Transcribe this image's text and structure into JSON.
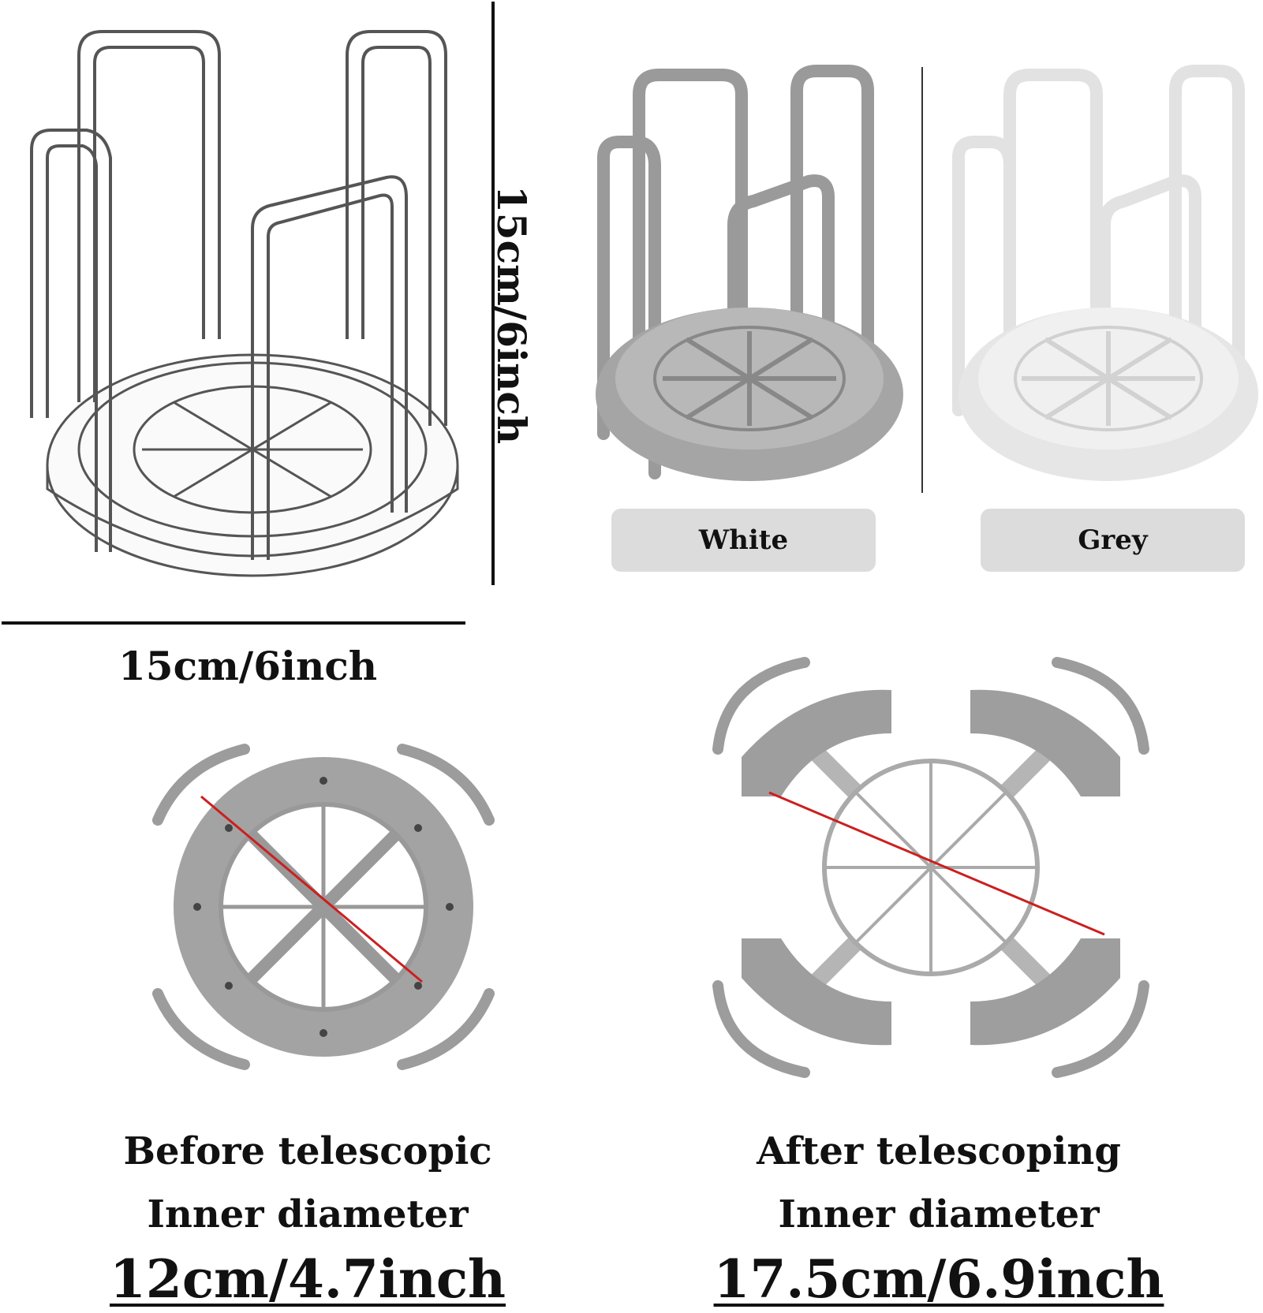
{
  "dimensions": {
    "height_label": "15cm/6inch",
    "width_label": "15cm/6inch"
  },
  "colors": {
    "swatch_left_label": "White",
    "swatch_right_label": "Grey",
    "grey_product": "#9a9a9a",
    "white_product": "#e6e6e6",
    "swatch_bg": "#dcdcdc",
    "measure_line": "#cc1f1f"
  },
  "before": {
    "line1": "Before telescopic",
    "line2": "Inner diameter",
    "line3": "12cm/4.7inch"
  },
  "after": {
    "line1": "After telescoping",
    "line2": "Inner diameter",
    "line3": "17.5cm/6.9inch"
  }
}
